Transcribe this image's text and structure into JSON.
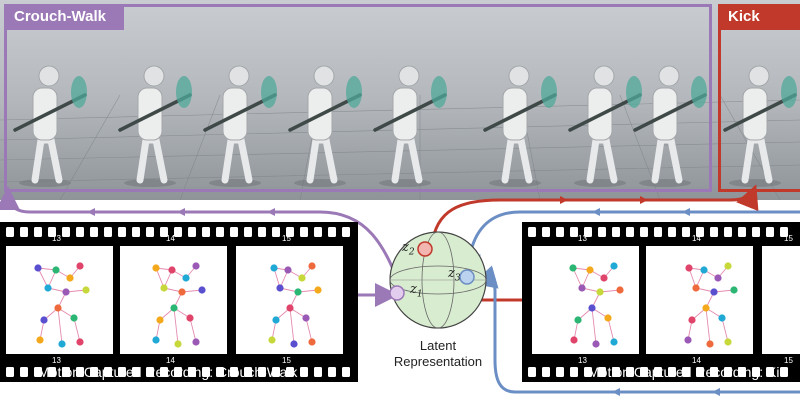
{
  "top_panels": {
    "left_label": "Crouch-Walk",
    "right_label": "Kick",
    "left_color": "#9b78b6",
    "right_color": "#c0392b"
  },
  "film_left": {
    "frame_numbers_top": [
      "13",
      "14",
      "15"
    ],
    "frame_numbers_bottom": [
      "13",
      "14",
      "15"
    ],
    "caption": "Motion Captured Recording: Crouch-Walk"
  },
  "film_right": {
    "frame_numbers_top": [
      "13",
      "14",
      "15"
    ],
    "frame_numbers_bottom": [
      "13",
      "14",
      "15"
    ],
    "caption": "Motion Captured Recording: Kic"
  },
  "latent": {
    "z1": "z",
    "z1_sub": "1",
    "z2": "z",
    "z2_sub": "2",
    "z3": "z",
    "z3_sub": "3",
    "caption_line1": "Latent",
    "caption_line2": "Representation"
  },
  "colors": {
    "purple": "#9b78b6",
    "red": "#c0392b",
    "blue": "#6b8fc4",
    "sphere": "#d8ecd0"
  }
}
